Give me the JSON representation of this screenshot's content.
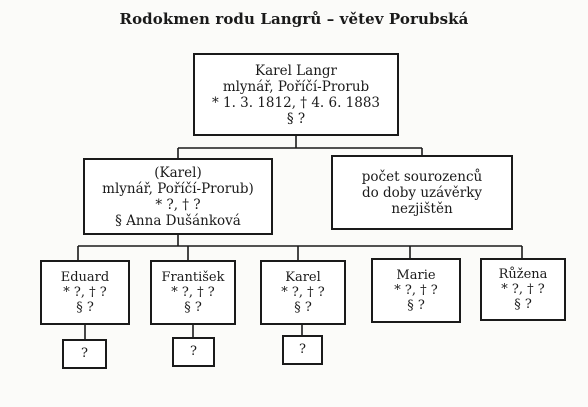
{
  "title": "Rodokmen rodu Langrů – větev Porubská",
  "root": {
    "name": "Karel Langr",
    "occupation": "mlynář, Poříčí-Prorub",
    "dates": "* 1. 3. 1812, † 4. 6. 1883",
    "marriage": "§ ?"
  },
  "son": {
    "name": "(Karel)",
    "occupation": "mlynář, Poříčí-Prorub)",
    "dates": "* ?, † ?",
    "marriage": "§ Anna Dušánková"
  },
  "siblings_note": {
    "line1": "počet sourozenců",
    "line2": "do doby uzávěrky",
    "line3": "nezjištěn"
  },
  "grandchildren": [
    {
      "name": "Eduard",
      "dates": "* ?, † ?",
      "marriage": "§ ?",
      "child": "?"
    },
    {
      "name": "František",
      "dates": "* ?, † ?",
      "marriage": "§ ?",
      "child": "?"
    },
    {
      "name": "Karel",
      "dates": "* ?, † ?",
      "marriage": "§ ?",
      "child": "?"
    },
    {
      "name": "Marie",
      "dates": "* ?, † ?",
      "marriage": "§ ?"
    },
    {
      "name": "Růžena",
      "dates": "* ?, † ?",
      "marriage": "§ ?"
    }
  ]
}
